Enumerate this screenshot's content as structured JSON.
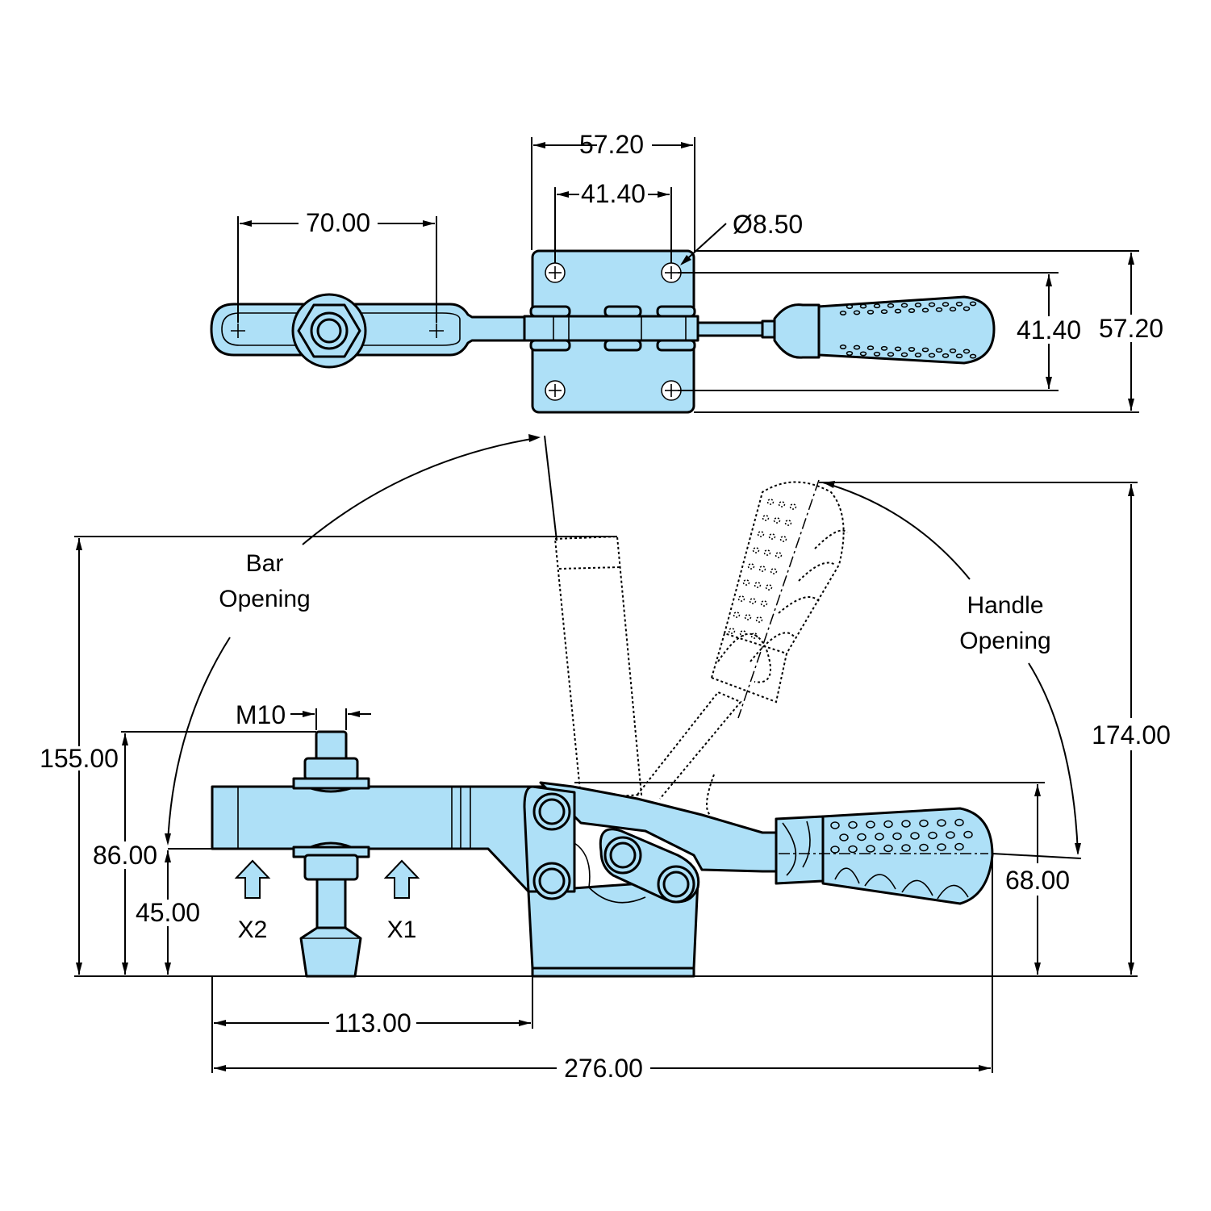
{
  "colors": {
    "part_fill": "#aee0f7",
    "line": "#000000",
    "background": "#ffffff"
  },
  "top_view": {
    "dims": {
      "plate_width": "57.20",
      "hole_spacing_x": "41.40",
      "slot_span": "70.00",
      "hole_diameter": "Ø8.50",
      "hole_spacing_y": "41.40",
      "plate_height": "57.20"
    }
  },
  "side_view": {
    "dims": {
      "overall_length": "276.00",
      "bar_reach": "113.00",
      "bar_opening_height": "155.00",
      "spindle_height": "86.00",
      "bar_height": "45.00",
      "handle_height": "68.00",
      "handle_opening_height": "174.00",
      "thread": "M10"
    },
    "labels": {
      "bar_opening_1": "Bar",
      "bar_opening_2": "Opening",
      "handle_opening_1": "Handle",
      "handle_opening_2": "Opening",
      "x1": "X1",
      "x2": "X2"
    }
  }
}
